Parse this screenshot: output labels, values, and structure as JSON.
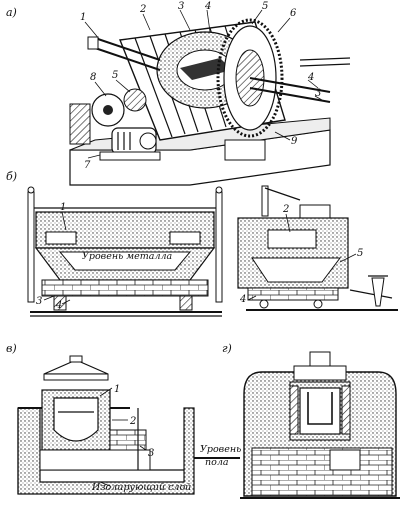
{
  "panels": {
    "a": {
      "letter": "а)",
      "callouts": [
        "1",
        "2",
        "3",
        "4",
        "5",
        "6",
        "7",
        "8",
        "5",
        "4",
        "3",
        "9"
      ]
    },
    "b": {
      "letter": "б)",
      "metal_level": "Уровень металла",
      "left_callouts": [
        "1",
        "3",
        "4"
      ],
      "right_callouts": [
        "2",
        "5",
        "4"
      ]
    },
    "v": {
      "letter": "в)",
      "callouts": [
        "1",
        "2",
        "3"
      ],
      "floor_level_line1": "Уровень",
      "floor_level_line2": "пола",
      "insulating_layer": "Изолирующий слой"
    },
    "g": {
      "letter": "г)"
    }
  }
}
